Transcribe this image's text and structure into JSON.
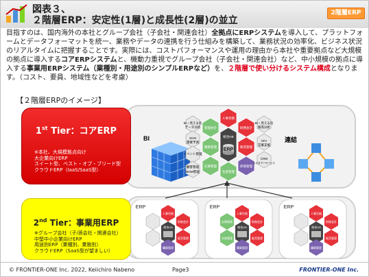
{
  "header": {
    "title_line1": "図表３、",
    "title_line2": "２階層ERP：安定性(1層)と成長性(2層)の並立",
    "badge": "2階層ERP"
  },
  "body": {
    "seg1": "目指すのは、国内海外の本社とグループ会社（子会社・関連会社）",
    "seg2": "全拠点にERPシステム",
    "seg3": "を導入して、プラットフォームとデータフォーマットを統一、業務やデータの連携を行う仕組みを構築して、業務状況の効率化、ビジネス状況のリアルタイムに把握することです。実際には、コストパフォーマンスや運用の理由から本社や重要拠点など大規模の拠点に導入する",
    "seg4": "コアERPシステム",
    "seg5": "と、機動力重視でグループ会社（子会社・関連会社）など、中小規模の拠点に導入する",
    "seg6": "事業用ERPシステム（業種別・用途別のシンプルERPなど）",
    "seg7": "を、",
    "seg8": "２階層で使い分けるシステム構成",
    "seg9": "となります。（コスト、要員、地域性などを考慮）"
  },
  "image_caption": "【２階層ERPのイメージ】",
  "tier1": {
    "title_prefix": "1",
    "title_sup": "st",
    "title_main": " Tier：コアERP",
    "notes": [
      "※本社、大規模拠点向け",
      "大企業向けERP",
      "スイート型、ベスト・オブ・ブリード型",
      "クラウドERP（IaaS/SaaS型）"
    ]
  },
  "tier2": {
    "title_prefix": "2",
    "title_sup": "nd",
    "title_main": " Tier：事業用ERP",
    "notes": [
      "※グループ会社（子/孫会社・関連会社）",
      "中堅中小企業向けERP",
      "用途別ERP（業種別、業務別）",
      "クラウドERP（SaaS型が望ましい）"
    ]
  },
  "diagram": {
    "bi_label": "BI",
    "link_label": "連結",
    "center_label": "ERP",
    "erp_labels": [
      "ERP",
      "ERP",
      "ERP"
    ],
    "left_col": [
      "BI・見える化",
      "データ分析",
      "SCM",
      "需要予測",
      "イベント管理",
      "顧客管理",
      "BOM管理"
    ],
    "right_col": [
      "BI・見える化",
      "販売分析",
      "SFA",
      "営業支援",
      "CRM",
      "カスタマーサービス"
    ],
    "inner": [
      "人事労務",
      "財務会計",
      "管理会計",
      "購買管理",
      "統合DB",
      "販売管理",
      "在庫管理",
      "生産管理",
      "原価管理"
    ],
    "small_inner": [
      "人事労務",
      "財務会計",
      "在庫管理",
      "統合DB",
      "販売管理",
      "生産管理",
      "購買管理"
    ]
  },
  "footer": {
    "copyright": "© FRONTIER-ONE Inc. 2022, Keiichiro Nabeno",
    "page": "Page3",
    "company": "FRONTIER-ONE Inc."
  },
  "colors": {
    "accent": "#ff9a33",
    "red": "#e0001b",
    "tier1": "#e60000",
    "tier2": "#ffff00"
  }
}
